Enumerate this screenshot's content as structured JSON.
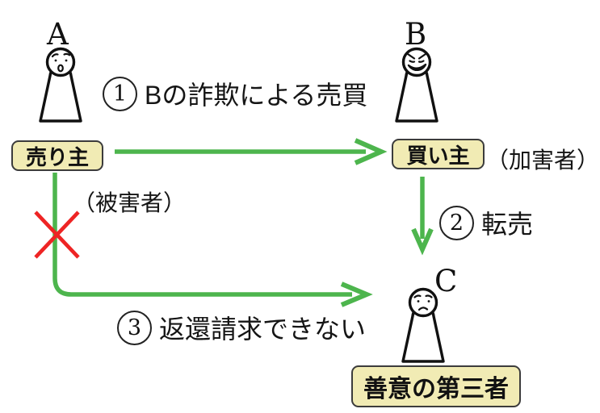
{
  "diagram": {
    "colors": {
      "arrow_green": "#4db54d",
      "cross_red": "#ee2424",
      "label_bg": "#f1ebb4",
      "label_border": "#3c3c3c"
    },
    "actors": [
      {
        "id": "A",
        "letter": "A",
        "role_label": "売り主",
        "annotation": "（被害者）",
        "expression": "worried"
      },
      {
        "id": "B",
        "letter": "B",
        "role_label": "買い主",
        "annotation": "（加害者）",
        "expression": "scheming"
      },
      {
        "id": "C",
        "letter": "C",
        "role_label": "善意の第三者",
        "annotation": "",
        "expression": "sad"
      }
    ],
    "arrows": [
      {
        "number": "1",
        "label": "Bの詐欺による売買",
        "from": "A",
        "to": "B",
        "crossed_out": false
      },
      {
        "number": "2",
        "label": "転売",
        "from": "B",
        "to": "C",
        "crossed_out": false
      },
      {
        "number": "3",
        "label": "返還請求できない",
        "from": "A",
        "to": "C",
        "crossed_out": true
      }
    ]
  }
}
